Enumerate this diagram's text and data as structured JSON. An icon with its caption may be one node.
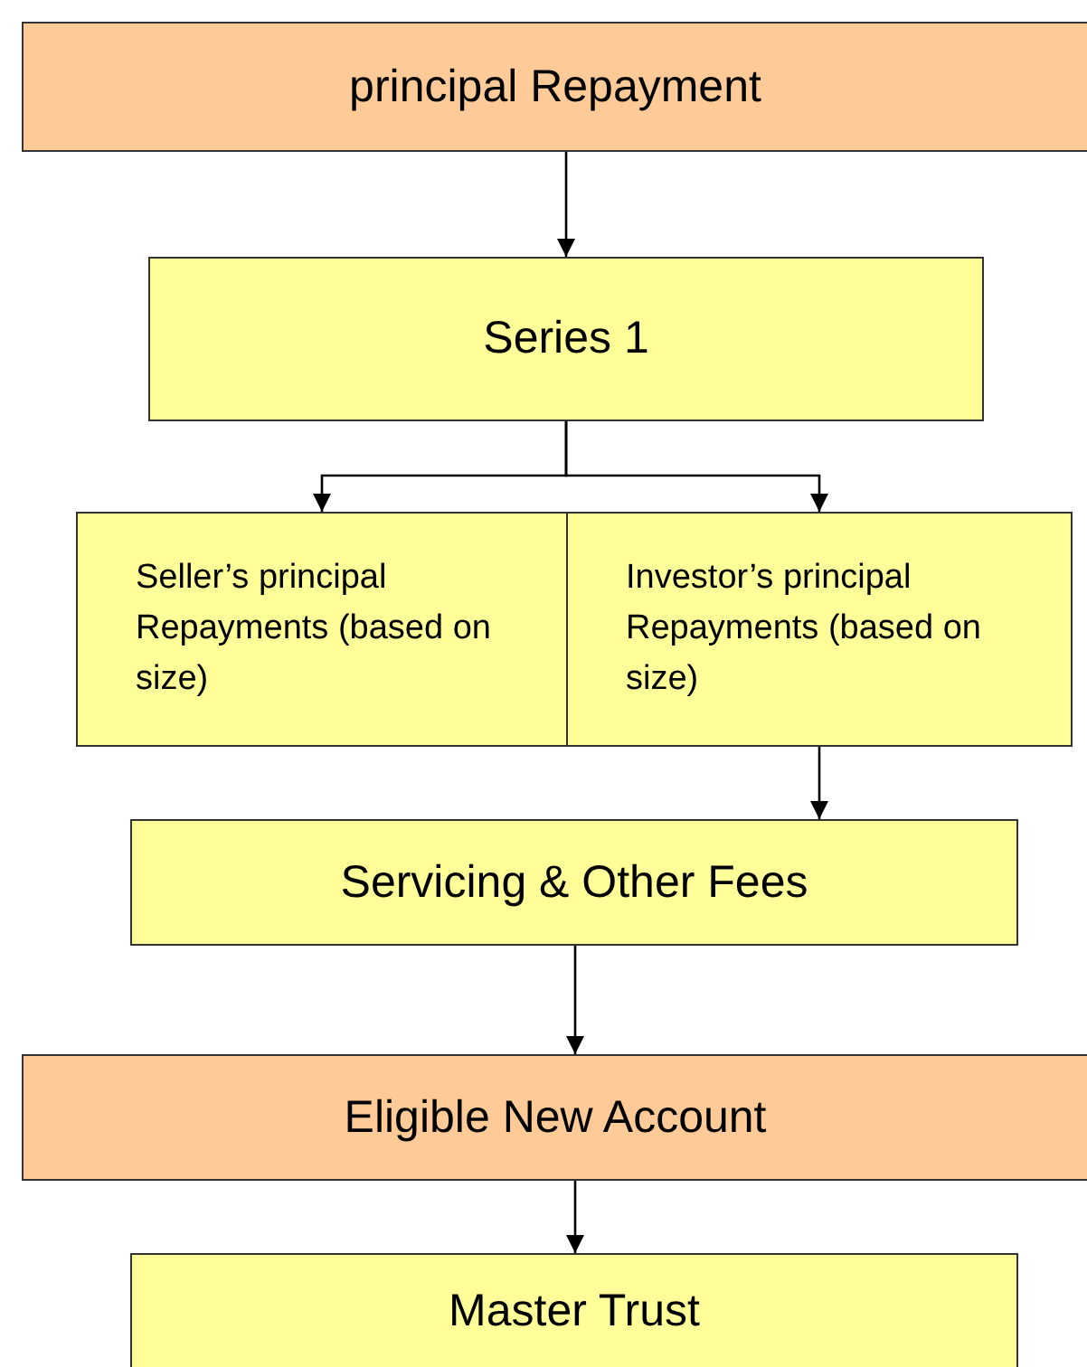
{
  "diagram": {
    "nodes": [
      {
        "text": [
          "principal Repayment"
        ]
      },
      {
        "text": [
          "Series 1"
        ]
      },
      {
        "text": [
          "Seller’s principal Repayments (based on size)"
        ]
      },
      {
        "text": [
          "Investor’s principal Repayments (based on size)"
        ]
      },
      {
        "text": [
          "Servicing & Other Fees"
        ]
      },
      {
        "text": [
          "Eligible New Account"
        ]
      },
      {
        "text": [
          "Master Trust"
        ]
      }
    ],
    "edges": [
      {
        "from": 0,
        "to": 1,
        "arrow": "to"
      },
      {
        "from": 1,
        "to": 2,
        "arrow": "to"
      },
      {
        "from": 1,
        "to": 3,
        "arrow": "to"
      },
      {
        "from": 3,
        "to": 4,
        "arrow": "to"
      },
      {
        "from": 4,
        "to": 5,
        "arrow": "to"
      },
      {
        "from": 5,
        "to": 6,
        "arrow": "to"
      }
    ]
  }
}
